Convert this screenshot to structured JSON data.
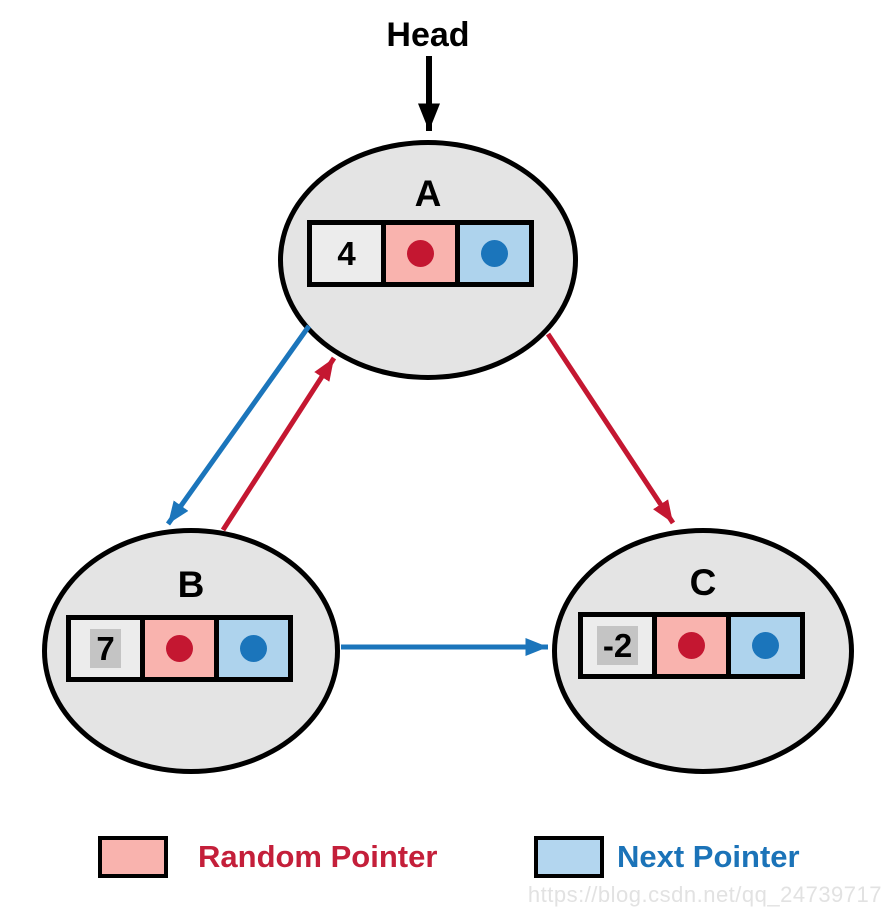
{
  "head": {
    "label": "Head"
  },
  "nodes": [
    {
      "id": "A",
      "label": "A",
      "value": "4",
      "value_highlighted": false
    },
    {
      "id": "B",
      "label": "B",
      "value": "7",
      "value_highlighted": true
    },
    {
      "id": "C",
      "label": "C",
      "value": "-2",
      "value_highlighted": true
    }
  ],
  "edges": [
    {
      "from": "Head",
      "to": "A",
      "type": "head",
      "color": "#000000"
    },
    {
      "from": "A",
      "to": "B",
      "type": "next",
      "color": "#1b75bb"
    },
    {
      "from": "B",
      "to": "A",
      "type": "random",
      "color": "#c41731"
    },
    {
      "from": "A",
      "to": "C",
      "type": "random",
      "color": "#c41731"
    },
    {
      "from": "B",
      "to": "C",
      "type": "next",
      "color": "#1b75bb"
    }
  ],
  "legend": {
    "random_label": "Random Pointer",
    "next_label": "Next Pointer"
  },
  "watermark": "https://blog.csdn.net/qq_24739717",
  "colors": {
    "node_fill": "#e4e4e4",
    "node_border": "#000000",
    "random_cell_fill": "#f9b3ae",
    "next_cell_fill": "#aed3ed",
    "random_accent": "#c41731",
    "next_accent": "#1b75bb",
    "value_highlight": "#c4c4c4",
    "watermark_gray": "#e2e2e2"
  }
}
